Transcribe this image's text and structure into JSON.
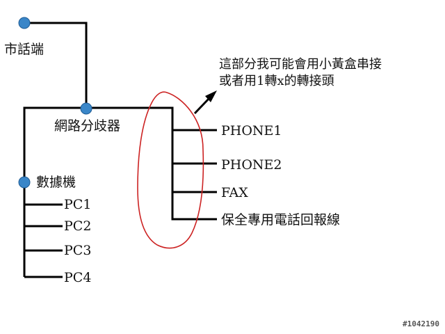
{
  "nodes": {
    "city_phone": "市話端",
    "splitter": "網路分歧器",
    "modem": "數據機"
  },
  "branches": {
    "phone1": "PHONE1",
    "phone2": "PHONE2",
    "fax": "FAX",
    "security": "保全專用電話回報線"
  },
  "pcs": [
    "PC1",
    "PC2",
    "PC3",
    "PC4"
  ],
  "annotation": {
    "line1": "這部分我可能會用小黃盒串接",
    "line2": "或者用1轉x的轉接頭"
  },
  "watermark": "#1042190",
  "colors": {
    "line": "#000000",
    "node": "#3a86c8",
    "highlight": "#cc2222"
  }
}
